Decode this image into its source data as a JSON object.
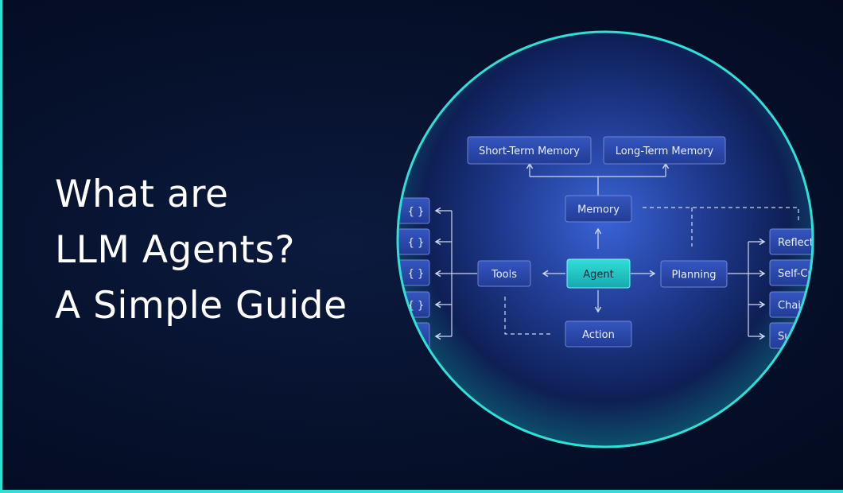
{
  "headline": [
    "What are",
    "LLM Agents?",
    "A Simple Guide"
  ],
  "diagram": {
    "center": "Agent",
    "memory": "Memory",
    "short_term": "Short-Term Memory",
    "long_term": "Long-Term Memory",
    "tools": "Tools",
    "planning": "Planning",
    "action": "Action",
    "tool_items": [
      "{ }",
      "{ }",
      "{ }",
      "{ }",
      ""
    ],
    "planning_items": [
      "Reflection",
      "Self-Critics",
      "Chain of Thoughts",
      "Subgoal Decomposition"
    ]
  },
  "colors": {
    "accent": "#2fe0d6",
    "background": "#050d24",
    "agent_box": "#22c7c0",
    "node_box": "#2a47a8"
  }
}
